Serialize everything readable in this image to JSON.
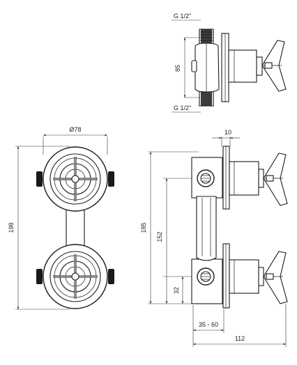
{
  "dimensions": {
    "thread_top": "G 1/2\"",
    "thread_bottom": "G 1/2\"",
    "center_distance_top": "85",
    "diameter": "Ø78",
    "overall_height": "198",
    "flange_thickness": "10",
    "body_height": "185",
    "center_distance": "152",
    "outlet_offset": "32",
    "wall_range": "35 - 60",
    "total_depth": "112"
  }
}
